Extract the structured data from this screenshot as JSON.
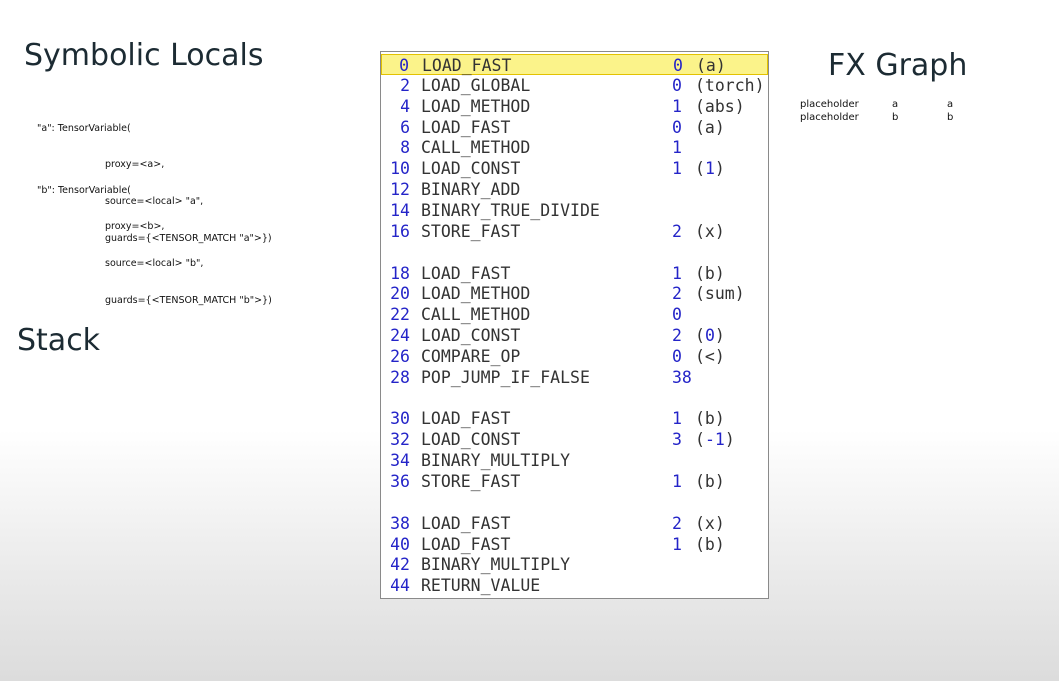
{
  "headings": {
    "symbolic_locals": "Symbolic Locals",
    "stack": "Stack",
    "fx_graph": "FX Graph"
  },
  "symbolic_locals": [
    {
      "lines": [
        "\"a\": TensorVariable(",
        "proxy=<a>,",
        "source=<local> \"a\",",
        "guards={<TENSOR_MATCH \"a\">})"
      ]
    },
    {
      "lines": [
        "\"b\": TensorVariable(",
        "proxy=<b>,",
        "source=<local> \"b\",",
        "guards={<TENSOR_MATCH \"b\">})"
      ]
    }
  ],
  "fx_graph": [
    {
      "op": "placeholder",
      "name": "a",
      "target": "a"
    },
    {
      "op": "placeholder",
      "name": "b",
      "target": "b"
    }
  ],
  "bytecode": [
    {
      "offset": "0",
      "opname": "LOAD_FAST",
      "arg": "0",
      "argval": "(a)",
      "highlight": true
    },
    {
      "offset": "2",
      "opname": "LOAD_GLOBAL",
      "arg": "0",
      "argval": "(torch)"
    },
    {
      "offset": "4",
      "opname": "LOAD_METHOD",
      "arg": "1",
      "argval": "(abs)"
    },
    {
      "offset": "6",
      "opname": "LOAD_FAST",
      "arg": "0",
      "argval": "(a)"
    },
    {
      "offset": "8",
      "opname": "CALL_METHOD",
      "arg": "1",
      "argval": ""
    },
    {
      "offset": "10",
      "opname": "LOAD_CONST",
      "arg": "1",
      "argval": "(1)",
      "numeric": true
    },
    {
      "offset": "12",
      "opname": "BINARY_ADD",
      "arg": "",
      "argval": ""
    },
    {
      "offset": "14",
      "opname": "BINARY_TRUE_DIVIDE",
      "arg": "",
      "argval": ""
    },
    {
      "offset": "16",
      "opname": "STORE_FAST",
      "arg": "2",
      "argval": "(x)",
      "gap_after": true
    },
    {
      "offset": "18",
      "opname": "LOAD_FAST",
      "arg": "1",
      "argval": "(b)"
    },
    {
      "offset": "20",
      "opname": "LOAD_METHOD",
      "arg": "2",
      "argval": "(sum)"
    },
    {
      "offset": "22",
      "opname": "CALL_METHOD",
      "arg": "0",
      "argval": ""
    },
    {
      "offset": "24",
      "opname": "LOAD_CONST",
      "arg": "2",
      "argval": "(0)",
      "numeric": true
    },
    {
      "offset": "26",
      "opname": "COMPARE_OP",
      "arg": "0",
      "argval": "(<)"
    },
    {
      "offset": "28",
      "opname": "POP_JUMP_IF_FALSE",
      "arg": "38",
      "argval": "",
      "gap_after": true
    },
    {
      "offset": "30",
      "opname": "LOAD_FAST",
      "arg": "1",
      "argval": "(b)"
    },
    {
      "offset": "32",
      "opname": "LOAD_CONST",
      "arg": "3",
      "argval": "(-1)",
      "numeric": true
    },
    {
      "offset": "34",
      "opname": "BINARY_MULTIPLY",
      "arg": "",
      "argval": ""
    },
    {
      "offset": "36",
      "opname": "STORE_FAST",
      "arg": "1",
      "argval": "(b)",
      "gap_after": true
    },
    {
      "offset": "38",
      "opname": "LOAD_FAST",
      "arg": "2",
      "argval": "(x)"
    },
    {
      "offset": "40",
      "opname": "LOAD_FAST",
      "arg": "1",
      "argval": "(b)"
    },
    {
      "offset": "42",
      "opname": "BINARY_MULTIPLY",
      "arg": "",
      "argval": ""
    },
    {
      "offset": "44",
      "opname": "RETURN_VALUE",
      "arg": "",
      "argval": ""
    }
  ],
  "colors": {
    "highlight_fill": "#fbf38a",
    "highlight_border": "#e3c200",
    "offset_blue": "#2424c8",
    "heading_text": "#1c2b33"
  }
}
